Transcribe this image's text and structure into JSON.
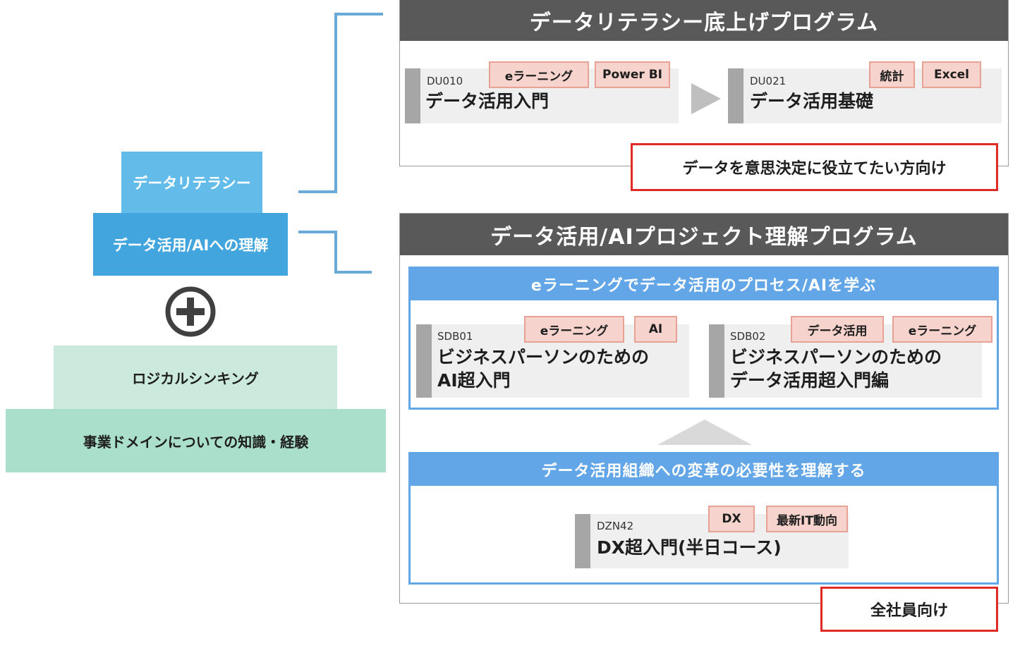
{
  "pyramid": {
    "data_literacy": "データリテラシー",
    "data_ai": "データ活用/AIへの理解",
    "logical_thinking": "ロジカルシンキング",
    "domain_knowledge": "事業ドメインについての知識・経験"
  },
  "program1": {
    "title": "データリテラシー底上げプログラム",
    "courses": [
      {
        "code": "DU010",
        "name": "データ活用入門",
        "tags": [
          "eラーニング",
          "Power BI"
        ]
      },
      {
        "code": "DU021",
        "name": "データ活用基礎",
        "tags": [
          "統計",
          "Excel"
        ]
      }
    ],
    "target": "データを意思決定に役立てたい方向け"
  },
  "program2": {
    "title": "データ活用/AIプロジェクト理解プログラム",
    "section1": {
      "header": "eラーニングでデータ活用のプロセス/AIを学ぶ",
      "courses": [
        {
          "code": "SDB01",
          "name_line1": "ビジネスパーソンのための",
          "name_line2": "AI超入門",
          "tags": [
            "eラーニング",
            "AI"
          ]
        },
        {
          "code": "SDB02",
          "name_line1": "ビジネスパーソンのための",
          "name_line2": "データ活用超入門編",
          "tags": [
            "データ活用",
            "eラーニング"
          ]
        }
      ]
    },
    "section2": {
      "header": "データ活用組織への変革の必要性を理解する",
      "course": {
        "code": "DZN42",
        "name": "DX超入門(半日コース)",
        "tags": [
          "DX",
          "最新IT動向"
        ]
      }
    },
    "target": "全社員向け"
  },
  "colors": {
    "title_bar": "#595959",
    "blue_accent": "#62a6e8",
    "red_outline": "#e02a25",
    "tag_fill": "#f6d3cc",
    "pyramid_light_blue": "#62bbe9",
    "pyramid_blue": "#42a5de",
    "pyramid_light_green": "#cbeadd",
    "pyramid_green": "#aadfcb"
  },
  "icons": [
    "plus-circle-icon",
    "arrow-right-triangle-icon",
    "arrow-up-triangle-icon"
  ]
}
